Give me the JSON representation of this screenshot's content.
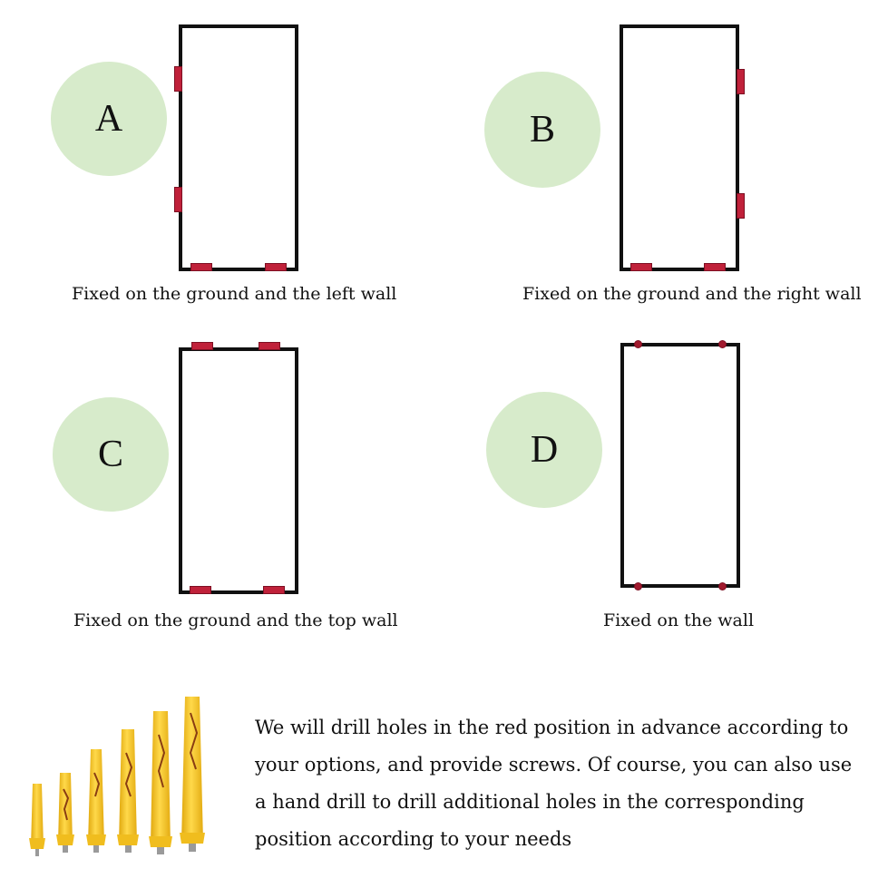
{
  "options": [
    {
      "letter": "A",
      "caption": "Fixed on the ground and the left wall"
    },
    {
      "letter": "B",
      "caption": "Fixed on the ground and the right wall"
    },
    {
      "letter": "C",
      "caption": "Fixed on the ground and the top wall"
    },
    {
      "letter": "D",
      "caption": "Fixed on the wall"
    }
  ],
  "note": "We will drill holes in the red position in advance according to your options, and provide screws. Of course, you can also use a hand drill to drill additional holes in the corresponding position according to your needs",
  "colors": {
    "badge": "#d7ebcb",
    "mount": "#c0213a",
    "anchor": "#f2c21b",
    "outline": "#111111"
  }
}
